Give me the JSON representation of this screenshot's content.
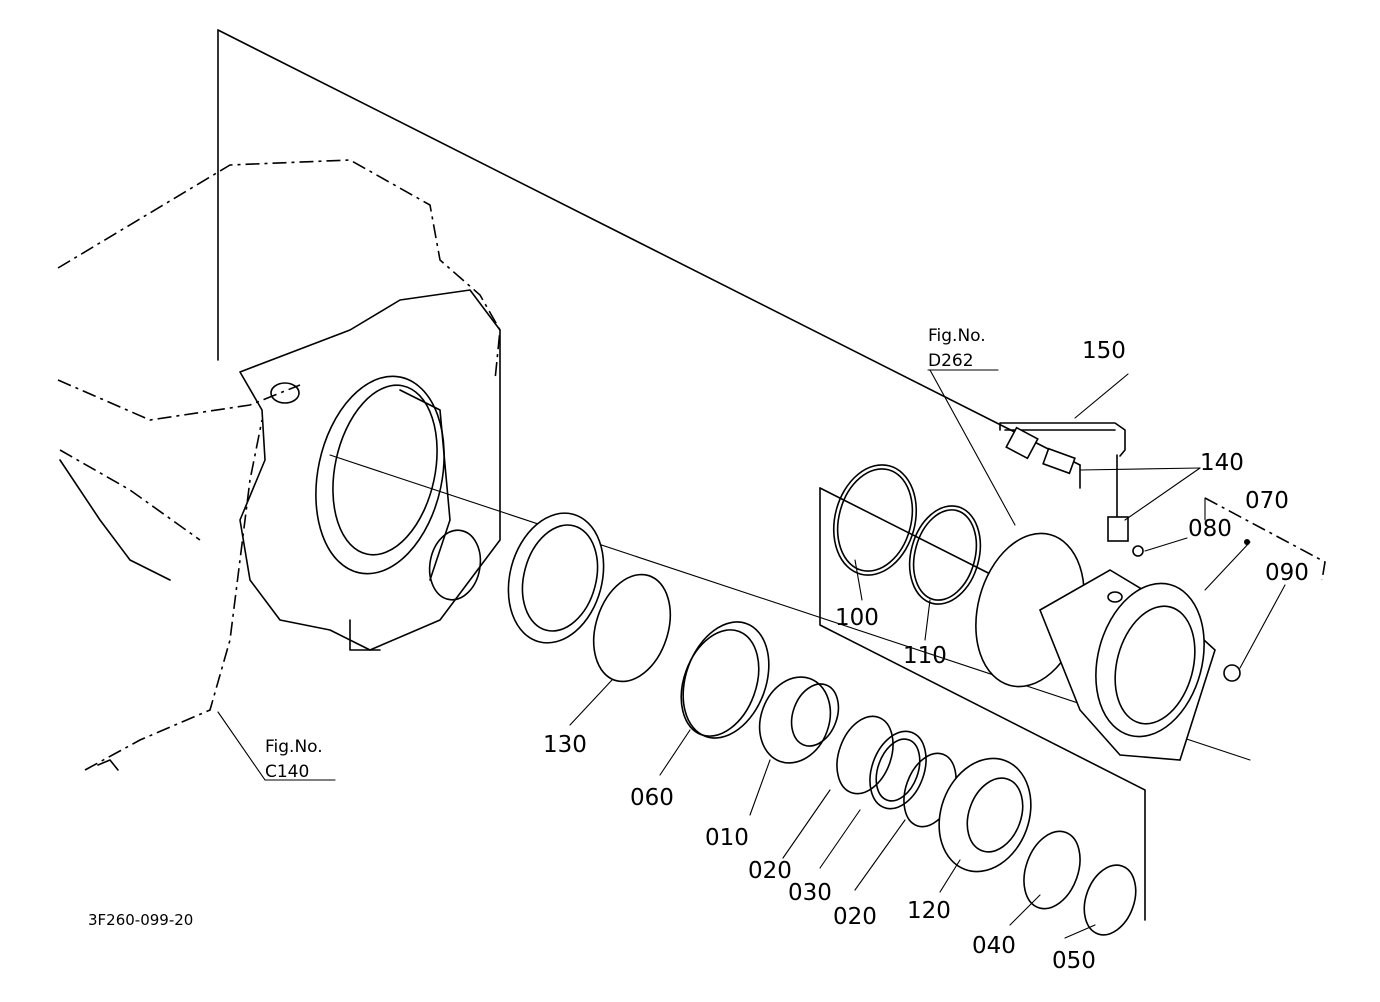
{
  "figure_refs": [
    {
      "line1": "Fig.No.",
      "line2": "D262"
    },
    {
      "line1": "Fig.No.",
      "line2": "C140"
    }
  ],
  "part_labels": [
    "150",
    "140",
    "070",
    "080",
    "090",
    "100",
    "110",
    "130",
    "060",
    "010",
    "020",
    "030",
    "020",
    "120",
    "040",
    "050"
  ],
  "drawing_code": "3F260-099-20"
}
